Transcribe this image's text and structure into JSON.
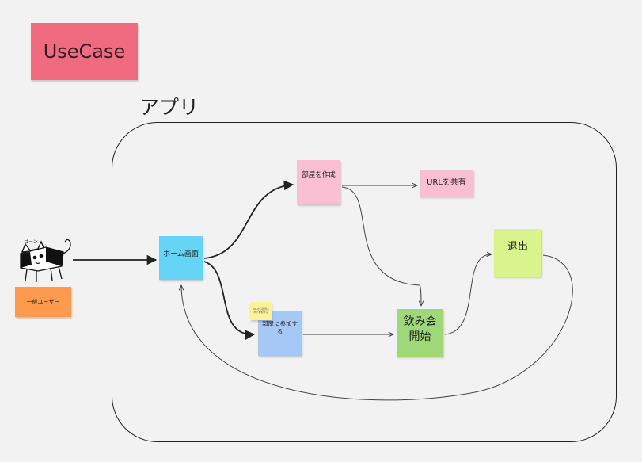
{
  "title_note": {
    "label": "UseCase",
    "color": "#f06b7f"
  },
  "boundary": {
    "label": "アプリ"
  },
  "actor": {
    "caption": "ゴーン",
    "label": "一般ユーザー",
    "note_color": "#fd9a4d"
  },
  "nodes": {
    "home": {
      "label": "ホーム画面",
      "color": "#66d4f4"
    },
    "create_room": {
      "label": "部屋を作成",
      "color": "#fbbfd3"
    },
    "share_url": {
      "label": "URLを共有",
      "color": "#fbbfd3"
    },
    "join_room": {
      "label": "部屋に参加する",
      "color": "#a6c8f4"
    },
    "join_memo": {
      "label": "URLから招待されて参加する",
      "color": "#fbf29a"
    },
    "start_party": {
      "label": "飲み会開始",
      "color": "#9fd879"
    },
    "exit": {
      "label": "退出",
      "color": "#d9f48d"
    }
  },
  "edges": [
    {
      "from": "actor",
      "to": "home"
    },
    {
      "from": "home",
      "to": "create_room"
    },
    {
      "from": "home",
      "to": "join_room"
    },
    {
      "from": "create_room",
      "to": "share_url"
    },
    {
      "from": "create_room",
      "to": "start_party"
    },
    {
      "from": "join_room",
      "to": "start_party"
    },
    {
      "from": "start_party",
      "to": "exit"
    },
    {
      "from": "exit",
      "to": "home"
    }
  ]
}
